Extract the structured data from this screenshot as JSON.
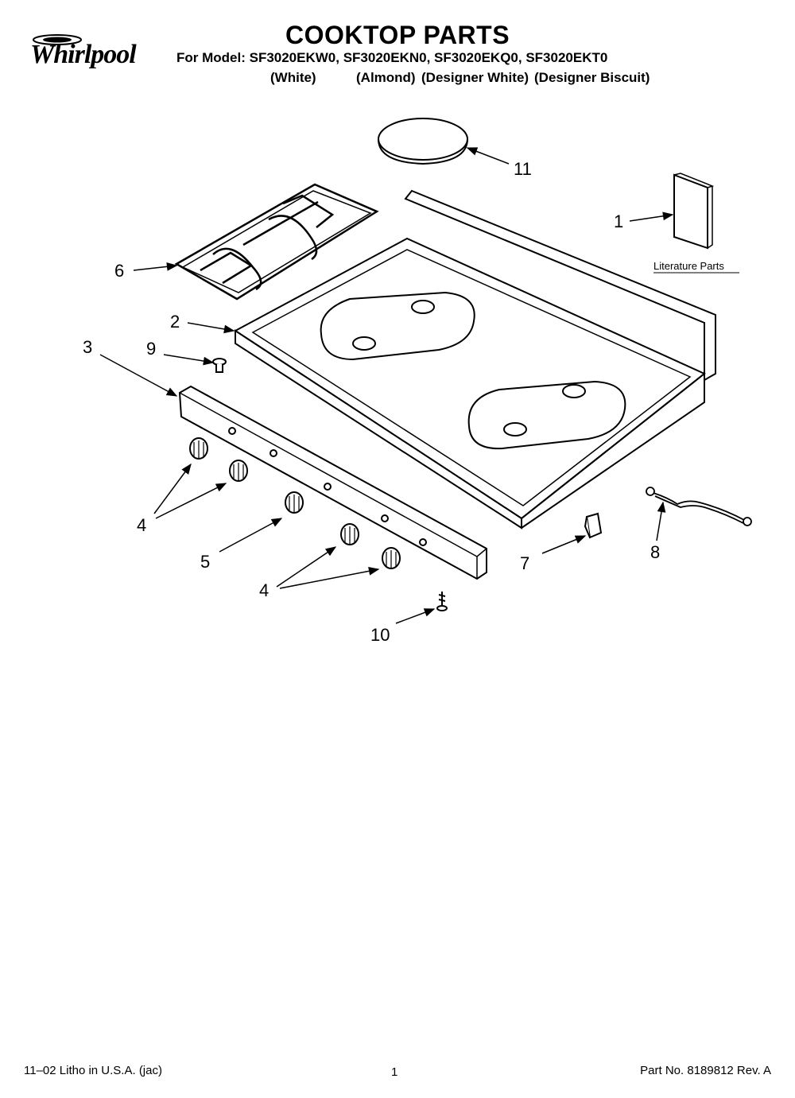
{
  "header": {
    "logo_text": "Whirlpool",
    "title": "COOKTOP PARTS",
    "model_line": "For Model: SF3020EKW0, SF3020EKN0, SF3020EKQ0, SF3020EKT0",
    "colors": [
      "(White)",
      "(Almond)",
      "(Designer White)",
      "(Designer Biscuit)"
    ]
  },
  "diagram": {
    "literature_label": "Literature Parts",
    "callouts": {
      "c1": "1",
      "c2": "2",
      "c3": "3",
      "c4a": "4",
      "c4b": "4",
      "c5": "5",
      "c6": "6",
      "c7": "7",
      "c8": "8",
      "c9": "9",
      "c10": "10",
      "c11": "11"
    }
  },
  "footer": {
    "left": "11–02 Litho in U.S.A. (jac)",
    "page": "1",
    "right": "Part No. 8189812 Rev. A"
  }
}
